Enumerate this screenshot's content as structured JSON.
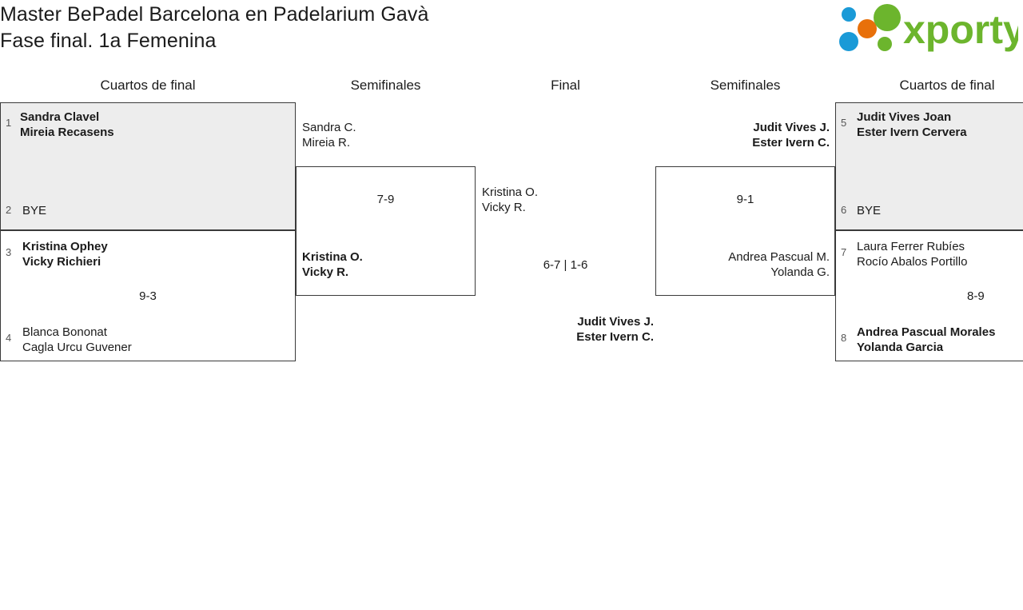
{
  "header": {
    "title_line1": "Master BePadel Barcelona en Padelarium Gavà",
    "title_line2": "Fase final. 1a Femenina",
    "logo_text": "xporty",
    "logo_colors": {
      "green": "#6cb52d",
      "orange": "#e8700a",
      "blue": "#1a9ad7"
    }
  },
  "rounds": {
    "left_quarters": "Cuartos de final",
    "left_semis": "Semifinales",
    "final": "Final",
    "right_semis": "Semifinales",
    "right_quarters": "Cuartos de final"
  },
  "bracket": {
    "left_quarterfinals": [
      {
        "top": {
          "seed": "1",
          "player1": "Sandra Clavel",
          "player2": "Mireia Recasens",
          "winner": true
        },
        "bottom": {
          "seed": "2",
          "player1": "BYE",
          "player2": "",
          "winner": false
        },
        "score": ""
      },
      {
        "top": {
          "seed": "3",
          "player1": "Kristina Ophey",
          "player2": "Vicky Richieri",
          "winner": true
        },
        "bottom": {
          "seed": "4",
          "player1": "Blanca Bononat",
          "player2": "Cagla Urcu Guvener",
          "winner": false
        },
        "score": "9-3"
      }
    ],
    "left_semifinal": {
      "top": {
        "player1": "Sandra C.",
        "player2": "Mireia R.",
        "winner": false
      },
      "bottom": {
        "player1": "Kristina O.",
        "player2": "Vicky R.",
        "winner": true
      },
      "score": "7-9"
    },
    "final": {
      "top": {
        "player1": "Kristina O.",
        "player2": "Vicky R.",
        "winner": false
      },
      "bottom": {
        "player1": "Judit Vives J.",
        "player2": "Ester Ivern C.",
        "winner": true
      },
      "score": "6-7 | 1-6"
    },
    "right_semifinal": {
      "top": {
        "player1": "Judit Vives J.",
        "player2": "Ester Ivern C.",
        "winner": true
      },
      "bottom": {
        "player1": "Andrea Pascual M.",
        "player2": "Yolanda G.",
        "winner": false
      },
      "score": "9-1"
    },
    "right_quarterfinals": [
      {
        "top": {
          "seed": "5",
          "player1": "Judit Vives Joan",
          "player2": "Ester Ivern Cervera",
          "winner": true
        },
        "bottom": {
          "seed": "6",
          "player1": "BYE",
          "player2": "",
          "winner": false
        },
        "score": ""
      },
      {
        "top": {
          "seed": "7",
          "player1": "Laura Ferrer Rubíes",
          "player2": "Rocío Abalos Portillo",
          "winner": false
        },
        "bottom": {
          "seed": "8",
          "player1": "Andrea Pascual Morales",
          "player2": "Yolanda Garcia",
          "winner": true
        },
        "score": "8-9"
      }
    ]
  }
}
